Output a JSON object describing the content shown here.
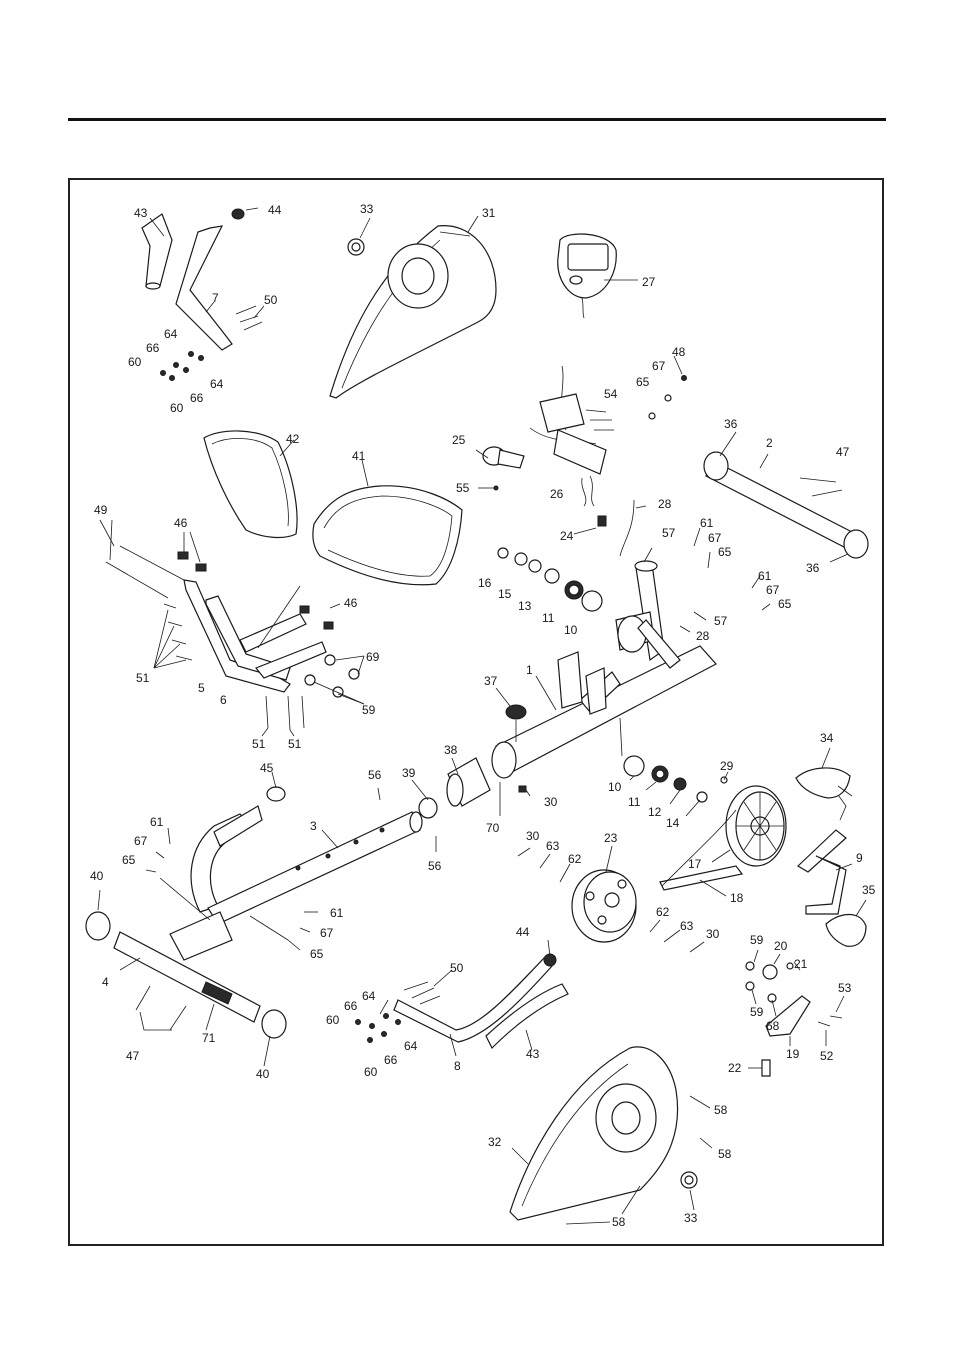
{
  "callouts": [
    {
      "id": "c43a",
      "text": "43"
    },
    {
      "id": "c44a",
      "text": "44"
    },
    {
      "id": "c7",
      "text": "7"
    },
    {
      "id": "c50a",
      "text": "50"
    },
    {
      "id": "c64a",
      "text": "64"
    },
    {
      "id": "c66a",
      "text": "66"
    },
    {
      "id": "c60a",
      "text": "60"
    },
    {
      "id": "c60b",
      "text": "60"
    },
    {
      "id": "c66b",
      "text": "66"
    },
    {
      "id": "c64b",
      "text": "64"
    },
    {
      "id": "c33a",
      "text": "33"
    },
    {
      "id": "c31",
      "text": "31"
    },
    {
      "id": "c27",
      "text": "27"
    },
    {
      "id": "c48",
      "text": "48"
    },
    {
      "id": "c67a",
      "text": "67"
    },
    {
      "id": "c65a",
      "text": "65"
    },
    {
      "id": "c54",
      "text": "54"
    },
    {
      "id": "c25",
      "text": "25"
    },
    {
      "id": "c55",
      "text": "55"
    },
    {
      "id": "c26",
      "text": "26"
    },
    {
      "id": "c28a",
      "text": "28"
    },
    {
      "id": "c24",
      "text": "24"
    },
    {
      "id": "c36a",
      "text": "36"
    },
    {
      "id": "c2",
      "text": "2"
    },
    {
      "id": "c47a",
      "text": "47"
    },
    {
      "id": "c36b",
      "text": "36"
    },
    {
      "id": "c42",
      "text": "42"
    },
    {
      "id": "c41",
      "text": "41"
    },
    {
      "id": "c49",
      "text": "49"
    },
    {
      "id": "c46a",
      "text": "46"
    },
    {
      "id": "c46b",
      "text": "46"
    },
    {
      "id": "c51a",
      "text": "51"
    },
    {
      "id": "c5",
      "text": "5"
    },
    {
      "id": "c6",
      "text": "6"
    },
    {
      "id": "c69",
      "text": "69"
    },
    {
      "id": "c59a",
      "text": "59"
    },
    {
      "id": "c51b",
      "text": "51"
    },
    {
      "id": "c51c",
      "text": "51"
    },
    {
      "id": "c16",
      "text": "16"
    },
    {
      "id": "c15",
      "text": "15"
    },
    {
      "id": "c13",
      "text": "13"
    },
    {
      "id": "c11a",
      "text": "11"
    },
    {
      "id": "c10a",
      "text": "10"
    },
    {
      "id": "c57a",
      "text": "57"
    },
    {
      "id": "c61a",
      "text": "61"
    },
    {
      "id": "c67b",
      "text": "67"
    },
    {
      "id": "c65b",
      "text": "65"
    },
    {
      "id": "c61b",
      "text": "61"
    },
    {
      "id": "c67c",
      "text": "67"
    },
    {
      "id": "c65c",
      "text": "65"
    },
    {
      "id": "c57b",
      "text": "57"
    },
    {
      "id": "c28b",
      "text": "28"
    },
    {
      "id": "c1",
      "text": "1"
    },
    {
      "id": "c37",
      "text": "37"
    },
    {
      "id": "c38",
      "text": "38"
    },
    {
      "id": "c70",
      "text": "70"
    },
    {
      "id": "c30a",
      "text": "30"
    },
    {
      "id": "c10b",
      "text": "10"
    },
    {
      "id": "c11b",
      "text": "11"
    },
    {
      "id": "c12",
      "text": "12"
    },
    {
      "id": "c14",
      "text": "14"
    },
    {
      "id": "c29",
      "text": "29"
    },
    {
      "id": "c34",
      "text": "34"
    },
    {
      "id": "c45",
      "text": "45"
    },
    {
      "id": "c56a",
      "text": "56"
    },
    {
      "id": "c39",
      "text": "39"
    },
    {
      "id": "c3",
      "text": "3"
    },
    {
      "id": "c56b",
      "text": "56"
    },
    {
      "id": "c61c",
      "text": "61"
    },
    {
      "id": "c67d",
      "text": "67"
    },
    {
      "id": "c65d",
      "text": "65"
    },
    {
      "id": "c30b",
      "text": "30"
    },
    {
      "id": "c63a",
      "text": "63"
    },
    {
      "id": "c62a",
      "text": "62"
    },
    {
      "id": "c23",
      "text": "23"
    },
    {
      "id": "c17",
      "text": "17"
    },
    {
      "id": "c18",
      "text": "18"
    },
    {
      "id": "c9",
      "text": "9"
    },
    {
      "id": "c35",
      "text": "35"
    },
    {
      "id": "c40a",
      "text": "40"
    },
    {
      "id": "c61d",
      "text": "61"
    },
    {
      "id": "c67e",
      "text": "67"
    },
    {
      "id": "c65e",
      "text": "65"
    },
    {
      "id": "c4",
      "text": "4"
    },
    {
      "id": "c47b",
      "text": "47"
    },
    {
      "id": "c71",
      "text": "71"
    },
    {
      "id": "c40b",
      "text": "40"
    },
    {
      "id": "c50b",
      "text": "50"
    },
    {
      "id": "c64c",
      "text": "64"
    },
    {
      "id": "c66c",
      "text": "66"
    },
    {
      "id": "c60c",
      "text": "60"
    },
    {
      "id": "c64d",
      "text": "64"
    },
    {
      "id": "c66d",
      "text": "66"
    },
    {
      "id": "c60d",
      "text": "60"
    },
    {
      "id": "c8",
      "text": "8"
    },
    {
      "id": "c44b",
      "text": "44"
    },
    {
      "id": "c43b",
      "text": "43"
    },
    {
      "id": "c62b",
      "text": "62"
    },
    {
      "id": "c63b",
      "text": "63"
    },
    {
      "id": "c30c",
      "text": "30"
    },
    {
      "id": "c59b",
      "text": "59"
    },
    {
      "id": "c20",
      "text": "20"
    },
    {
      "id": "c21",
      "text": "21"
    },
    {
      "id": "c53",
      "text": "53"
    },
    {
      "id": "c59c",
      "text": "59"
    },
    {
      "id": "c68",
      "text": "68"
    },
    {
      "id": "c22",
      "text": "22"
    },
    {
      "id": "c19",
      "text": "19"
    },
    {
      "id": "c52",
      "text": "52"
    },
    {
      "id": "c58a",
      "text": "58"
    },
    {
      "id": "c32",
      "text": "32"
    },
    {
      "id": "c58b",
      "text": "58"
    },
    {
      "id": "c33b",
      "text": "33"
    },
    {
      "id": "c58c",
      "text": "58"
    }
  ]
}
